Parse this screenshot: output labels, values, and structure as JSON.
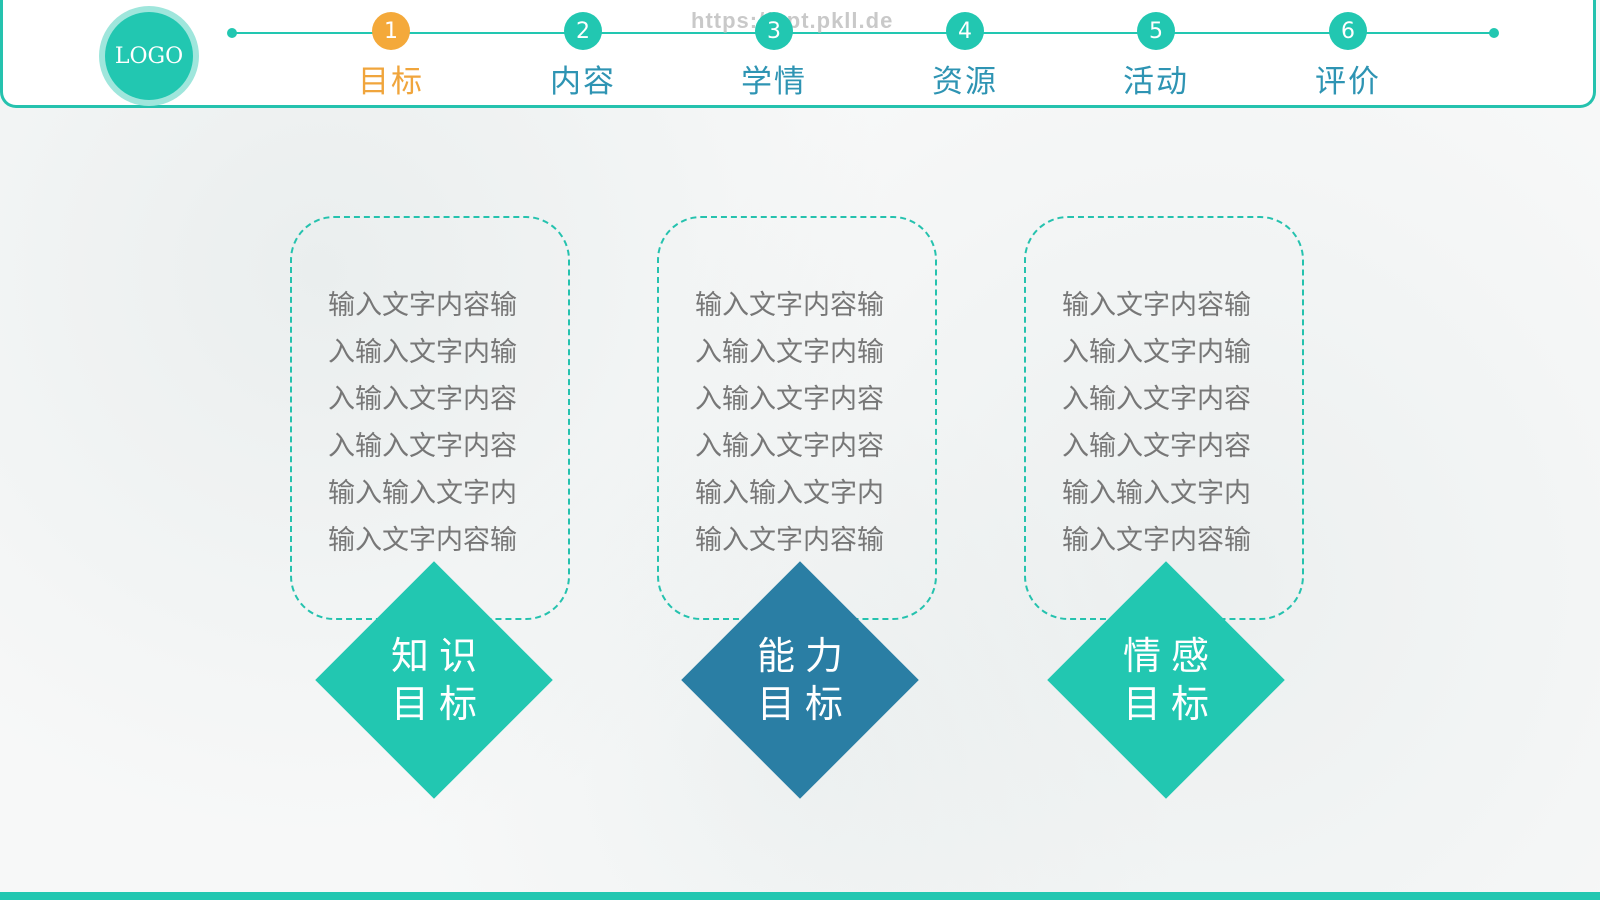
{
  "header": {
    "logo_text": "LOGO",
    "watermark": "https://ppt.pkll.de",
    "steps": [
      {
        "num": "1",
        "label": "目标",
        "active": true
      },
      {
        "num": "2",
        "label": "内容",
        "active": false
      },
      {
        "num": "3",
        "label": "学情",
        "active": false
      },
      {
        "num": "4",
        "label": "资源",
        "active": false
      },
      {
        "num": "5",
        "label": "活动",
        "active": false
      },
      {
        "num": "6",
        "label": "评价",
        "active": false
      }
    ]
  },
  "cards": [
    {
      "lines": [
        "输入文字内容输",
        "入输入文字内输",
        "入输入文字内容",
        "入输入文字内容",
        "输入输入文字内",
        "输入文字内容输"
      ],
      "title_line1": "知识",
      "title_line2": "目标"
    },
    {
      "lines": [
        "输入文字内容输",
        "入输入文字内输",
        "入输入文字内容",
        "入输入文字内容",
        "输入输入文字内",
        "输入文字内容输"
      ],
      "title_line1": "能力",
      "title_line2": "目标"
    },
    {
      "lines": [
        "输入文字内容输",
        "入输入文字内输",
        "入输入文字内容",
        "入输入文字内容",
        "输入输入文字内",
        "输入文字内容输"
      ],
      "title_line1": "情感",
      "title_line2": "目标"
    }
  ],
  "colors": {
    "accent": "#22c7b1",
    "active_step": "#f4a93a",
    "dark_diamond": "#2a7ea4",
    "nav_label": "#2e94b3",
    "body_text": "#777777"
  }
}
